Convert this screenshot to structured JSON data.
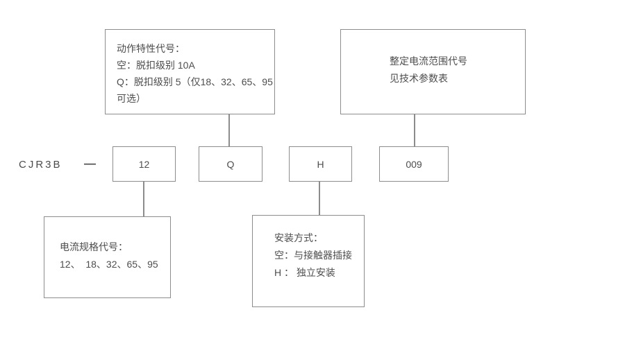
{
  "palette": {
    "background": "#ffffff",
    "box_border": "#8c8c8c",
    "text": "#4d4d4d",
    "connector": "#8c8c8c"
  },
  "model": {
    "prefix": "CJR3B",
    "separator": "—"
  },
  "code_boxes": [
    {
      "value": "12"
    },
    {
      "value": "Q"
    },
    {
      "value": "H"
    },
    {
      "value": "009"
    }
  ],
  "callouts": {
    "action_characteristic": {
      "lines": [
        "动作特性代号：",
        "空：脱扣级别 10A",
        "Q：脱扣级别 5（仅18、32、65、95",
        "可选）"
      ]
    },
    "setting_current_range": {
      "lines": [
        "整定电流范围代号",
        "见技术参数表"
      ]
    },
    "current_spec": {
      "lines": [
        "电流规格代号：",
        "12、  18、32、65、95"
      ]
    },
    "mounting": {
      "lines": [
        "安装方式：",
        "空：与接触器插接",
        "H ： 独立安装"
      ]
    }
  }
}
